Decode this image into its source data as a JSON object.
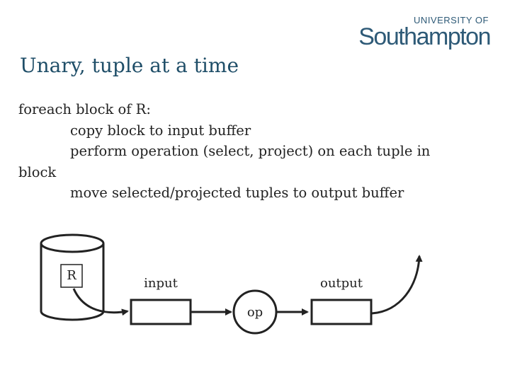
{
  "logo": {
    "line1": "UNIVERSITY OF",
    "line2": "Southampton"
  },
  "title": "Unary, tuple at a time",
  "body": {
    "line1": "foreach block of R:",
    "line2": "copy block to input buffer",
    "line3": "perform operation (select, project) on each tuple in",
    "line4": "block",
    "line5": "move selected/projected tuples to output buffer"
  },
  "diagram": {
    "relation_label": "R",
    "input_label": "input",
    "output_label": "output",
    "operator_label": "op"
  }
}
